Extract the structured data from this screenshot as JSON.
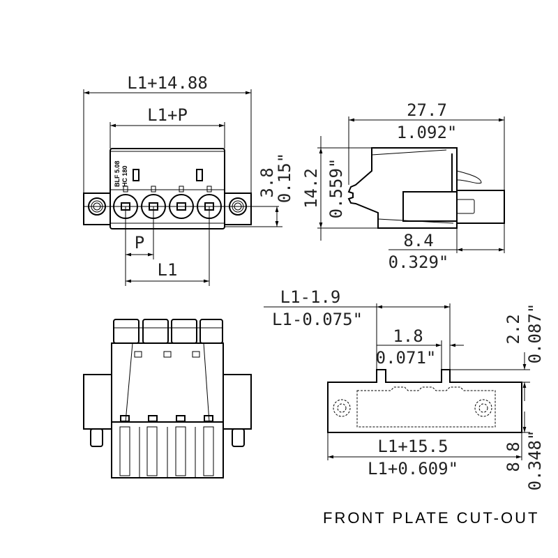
{
  "front_view": {
    "overall_width": "L1+14.88",
    "body_width": "L1+P",
    "height_mm": "3.8",
    "height_in": "0.15\"",
    "pitch": "P",
    "length": "L1",
    "marking_line1": "BLF 5.08",
    "marking_line2": "HC 180"
  },
  "side_view": {
    "length_mm": "27.7",
    "length_in": "1.092\"",
    "height_mm": "14.2",
    "height_in": "0.559\"",
    "offset_mm": "8.4",
    "offset_in": "0.329\""
  },
  "cutout": {
    "width_mm": "L1-1.9",
    "width_in": "L1-0.075\"",
    "tab_mm": "1.8",
    "tab_in": "0.071\"",
    "tab_height_mm": "2.2",
    "tab_height_in": "0.087\"",
    "total_width_mm": "L1+15.5",
    "total_width_in": "L1+0.609\"",
    "height_mm": "8.8",
    "height_in": "0.348\"",
    "caption": "FRONT PLATE CUT-OUT"
  }
}
